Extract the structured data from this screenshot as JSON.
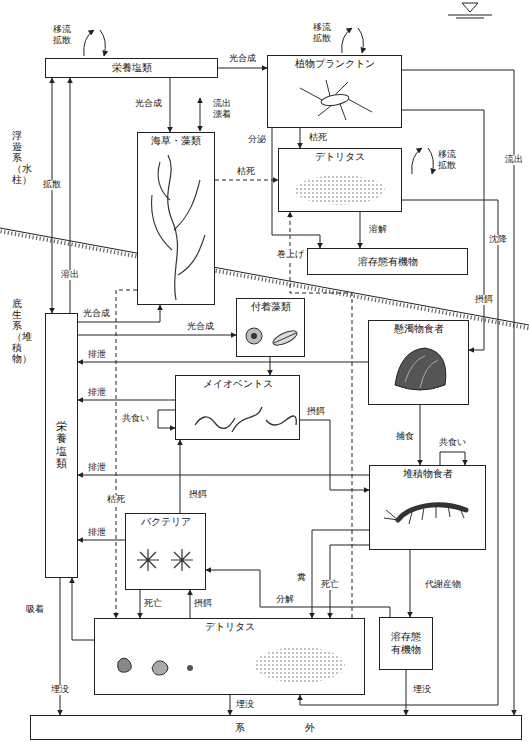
{
  "diagram": {
    "nodes": [
      {
        "text": [
          "栄養塩類"
        ]
      },
      {
        "text": [
          "植物プランクトン"
        ]
      },
      {
        "text": [
          "海草・藻類"
        ]
      },
      {
        "text": [
          "デトリタス"
        ]
      },
      {
        "text": [
          "溶存態有機物"
        ]
      },
      {
        "text": [
          "栄養塩類"
        ]
      },
      {
        "text": [
          "付着藻類"
        ]
      },
      {
        "text": [
          "懸濁物食者"
        ]
      },
      {
        "text": [
          "メイオベントス"
        ]
      },
      {
        "text": [
          "堆積物食者"
        ]
      },
      {
        "text": [
          "バクテリア"
        ]
      },
      {
        "text": [
          "デトリタス"
        ]
      },
      {
        "text": [
          "溶存態 有機物"
        ]
      },
      {
        "text": [
          "系外"
        ]
      }
    ],
    "edges": [
      {
        "from": 0,
        "to": 1,
        "arrow": "to",
        "label": "光合成"
      },
      {
        "from": 0,
        "to": 2,
        "arrow": "to",
        "label": "光合成"
      },
      {
        "from": 5,
        "to": 0,
        "arrow": "both",
        "label": "拡散"
      },
      {
        "from": 5,
        "to": 0,
        "arrow": "to",
        "label": "溶出"
      },
      {
        "from": 1,
        "to": 3,
        "arrow": "to",
        "label": "枯死"
      },
      {
        "from": 1,
        "to": 4,
        "arrow": "to",
        "label": "分泌"
      },
      {
        "from": 2,
        "to": 3,
        "arrow": "to",
        "label": "枯死"
      },
      {
        "from": 3,
        "to": 4,
        "arrow": "to",
        "label": "溶解"
      },
      {
        "from": 1,
        "to": 7,
        "arrow": "to",
        "label": "摂餌"
      },
      {
        "from": 1,
        "to": 13,
        "arrow": "to",
        "label": "流出"
      },
      {
        "from": 3,
        "to": 11,
        "arrow": "to",
        "label": "沈降"
      },
      {
        "from": 11,
        "to": 3,
        "arrow": "to",
        "label": "巻上げ"
      },
      {
        "from": 5,
        "to": 2,
        "arrow": "to",
        "label": "光合成"
      },
      {
        "from": 5,
        "to": 6,
        "arrow": "to",
        "label": "光合成"
      },
      {
        "from": 2,
        "to": 11,
        "arrow": "to",
        "label": "枯死"
      },
      {
        "from": 7,
        "to": 5,
        "arrow": "to",
        "label": "排泄"
      },
      {
        "from": 8,
        "to": 5,
        "arrow": "to",
        "label": "排泄"
      },
      {
        "from": 9,
        "to": 5,
        "arrow": "to",
        "label": "排泄"
      },
      {
        "from": 10,
        "to": 5,
        "arrow": "to",
        "label": "排泄"
      },
      {
        "from": 8,
        "to": 8,
        "arrow": "to",
        "label": "共食い"
      },
      {
        "from": 8,
        "to": 9,
        "arrow": "to",
        "label": "摂餌"
      },
      {
        "from": 7,
        "to": 9,
        "arrow": "to",
        "label": "捕食"
      },
      {
        "from": 9,
        "to": 9,
        "arrow": "to",
        "label": "共食い"
      },
      {
        "from": 10,
        "to": 8,
        "arrow": "to",
        "label": "摂餌"
      },
      {
        "from": 6,
        "to": 8,
        "arrow": "to"
      },
      {
        "from": 11,
        "to": 10,
        "arrow": "to",
        "label": "摂餌"
      },
      {
        "from": 10,
        "to": 11,
        "arrow": "to",
        "label": "死亡"
      },
      {
        "from": 9,
        "to": 11,
        "arrow": "to",
        "label": "糞"
      },
      {
        "from": 9,
        "to": 11,
        "arrow": "to",
        "label": "死亡"
      },
      {
        "from": 9,
        "to": 12,
        "arrow": "to",
        "label": "代謝産物"
      },
      {
        "from": 12,
        "to": 10,
        "arrow": "to",
        "label": "分解"
      },
      {
        "from": 11,
        "to": 13,
        "arrow": "to",
        "label": "埋没"
      },
      {
        "from": 5,
        "to": 13,
        "arrow": "to",
        "label": "埋没"
      },
      {
        "from": 12,
        "to": 13,
        "arrow": "to",
        "label": "埋没"
      },
      {
        "from": 11,
        "to": 5,
        "arrow": "to",
        "label": "吸着"
      }
    ],
    "labels": [
      "移流",
      "拡散",
      "移流",
      "拡散",
      "移流",
      "拡散",
      "流出",
      "漂着",
      "浮遊系（水柱）",
      "底生系（堆積物）"
    ]
  }
}
